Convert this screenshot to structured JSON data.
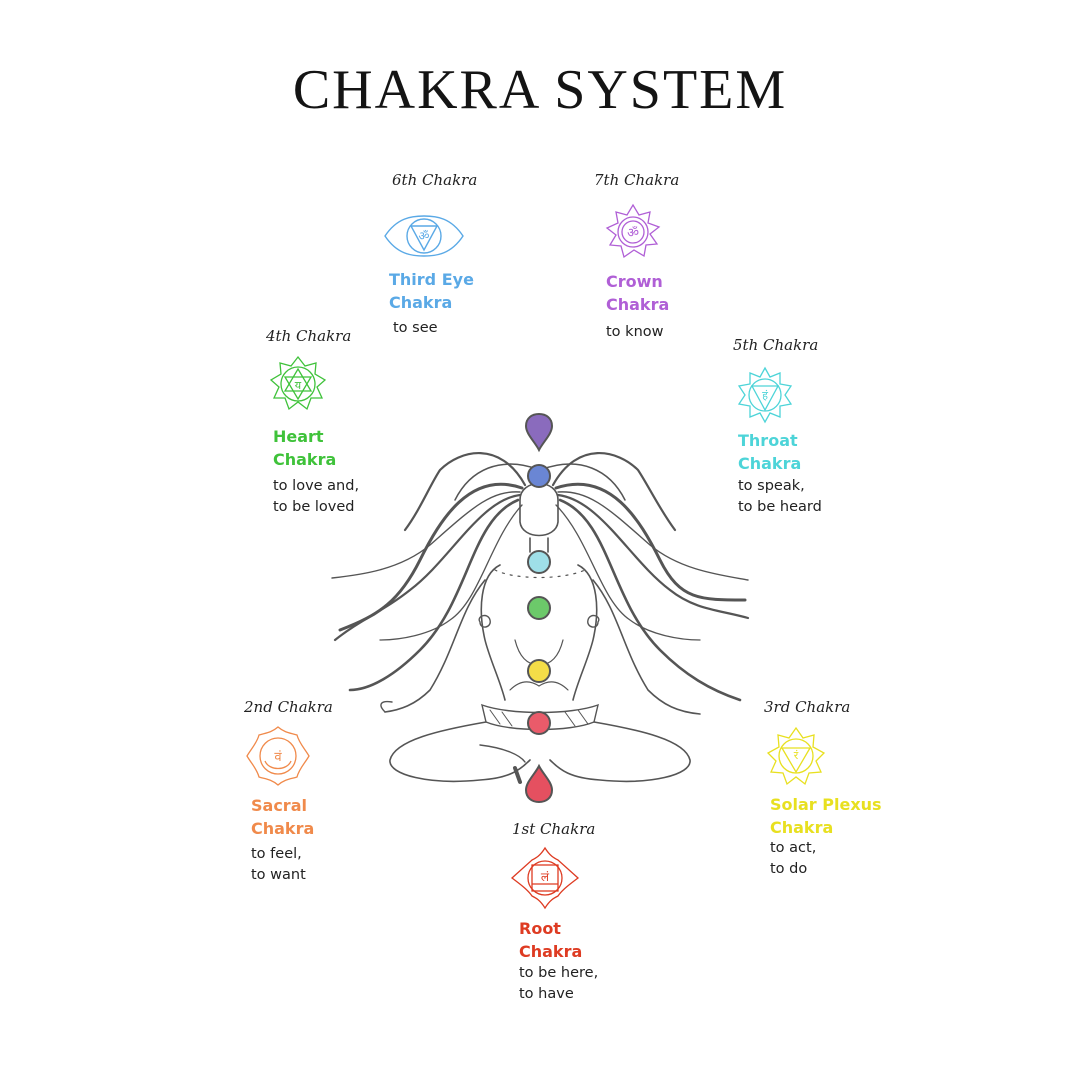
{
  "title": "CHAKRA SYSTEM",
  "chakras": [
    {
      "id": "third-eye",
      "ordinal": "6th Chakra",
      "name_line1": "Third Eye",
      "name_line2": "Chakra",
      "meaning_line1": "to see",
      "meaning_line2": "",
      "color": "#5aa9e6"
    },
    {
      "id": "crown",
      "ordinal": "7th Chakra",
      "name_line1": "Crown",
      "name_line2": "Chakra",
      "meaning_line1": "to know",
      "meaning_line2": "",
      "color": "#b05fd6"
    },
    {
      "id": "heart",
      "ordinal": "4th Chakra",
      "name_line1": "Heart",
      "name_line2": "Chakra",
      "meaning_line1": "to love and,",
      "meaning_line2": "to be loved",
      "color": "#3fc23a"
    },
    {
      "id": "throat",
      "ordinal": "5th Chakra",
      "name_line1": "Throat",
      "name_line2": "Chakra",
      "meaning_line1": "to speak,",
      "meaning_line2": "to be heard",
      "color": "#4dd4d8"
    },
    {
      "id": "sacral",
      "ordinal": "2nd Chakra",
      "name_line1": "Sacral",
      "name_line2": "Chakra",
      "meaning_line1": "to feel,",
      "meaning_line2": "to want",
      "color": "#f08a4b"
    },
    {
      "id": "solar-plexus",
      "ordinal": "3rd Chakra",
      "name_line1": "Solar Plexus",
      "name_line2": "Chakra",
      "meaning_line1": "to act,",
      "meaning_line2": "to do",
      "color": "#e8e020"
    },
    {
      "id": "root",
      "ordinal": "1st Chakra",
      "name_line1": "Root",
      "name_line2": "Chakra",
      "meaning_line1": "to be here,",
      "meaning_line2": "to have",
      "color": "#de3b22"
    }
  ],
  "body_points": [
    {
      "chakra": "crown",
      "color": "#8a6bbd"
    },
    {
      "chakra": "third-eye",
      "color": "#6a86d4"
    },
    {
      "chakra": "throat",
      "color": "#9fdfe8"
    },
    {
      "chakra": "heart",
      "color": "#6cc96a"
    },
    {
      "chakra": "solar-plexus",
      "color": "#f4dd48"
    },
    {
      "chakra": "sacral",
      "color": "#ea5b6a"
    },
    {
      "chakra": "root",
      "color": "#e55060"
    }
  ],
  "icons": {
    "third-eye": "third-eye-chakra-icon",
    "crown": "crown-chakra-icon",
    "heart": "heart-chakra-icon",
    "throat": "throat-chakra-icon",
    "sacral": "sacral-chakra-icon",
    "solar-plexus": "solar-plexus-chakra-icon",
    "root": "root-chakra-icon"
  }
}
